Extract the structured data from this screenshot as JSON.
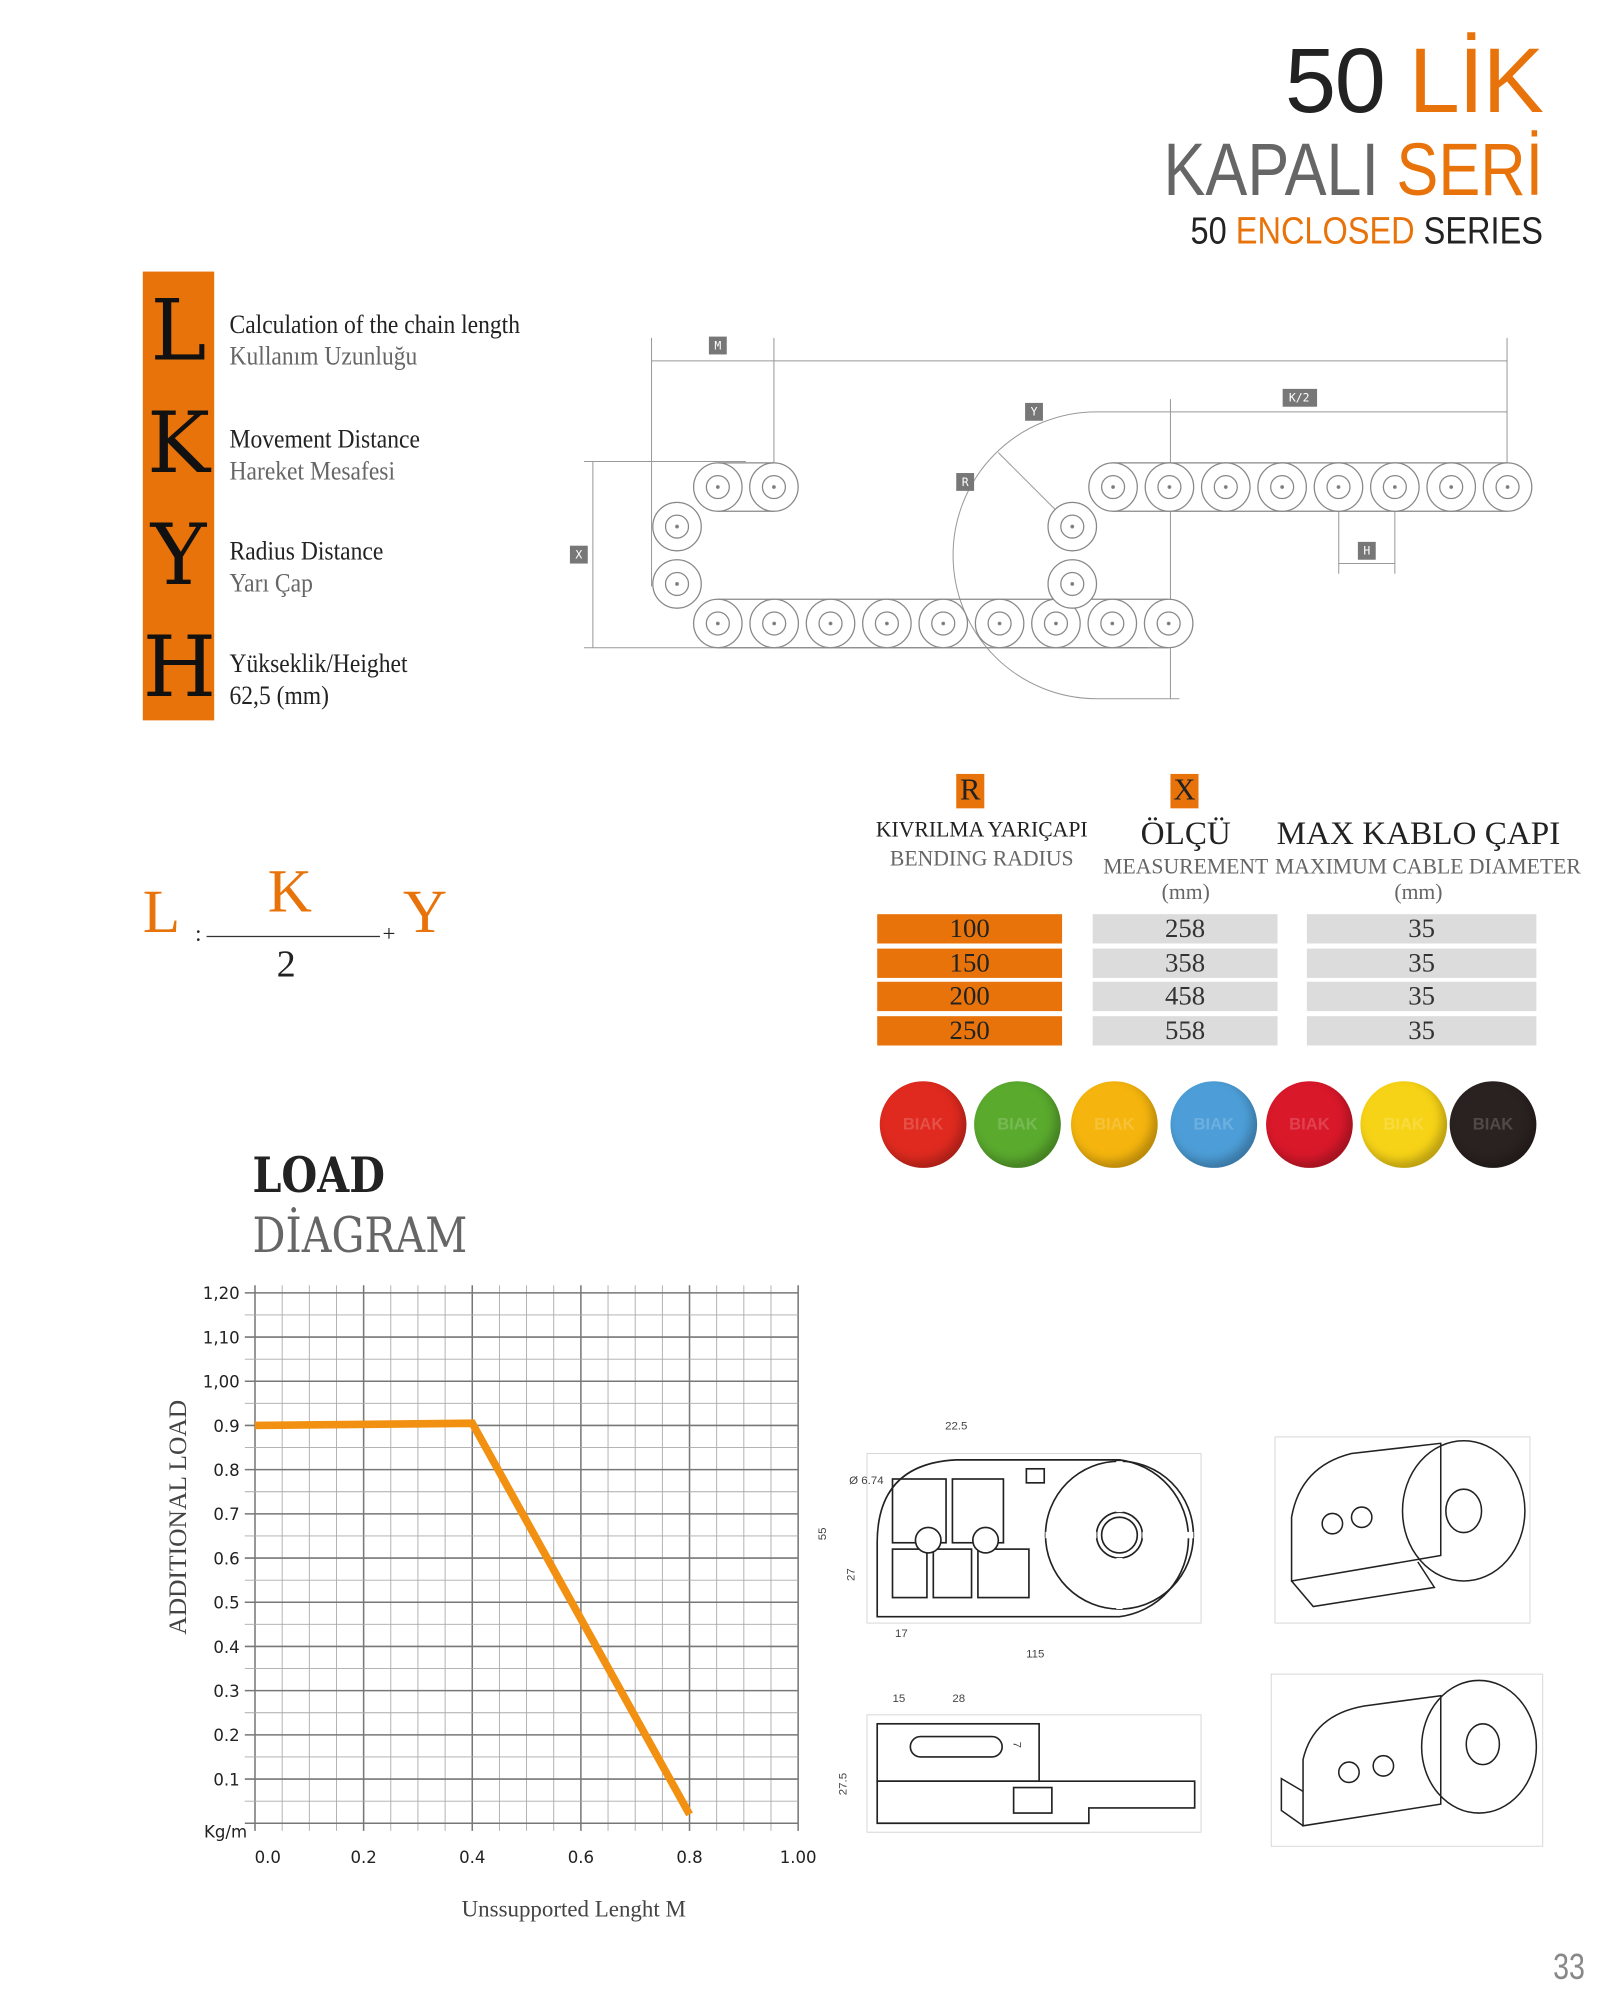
{
  "header": {
    "title_num": "50",
    "title_lik": "LİK",
    "kapali": "KAPALI",
    "seri": "SERİ",
    "sub_50": "50",
    "sub_enclosed": "ENCLOSED",
    "sub_series": "SERIES"
  },
  "legend": [
    {
      "letter": "L",
      "en": "Calculation of the chain  length",
      "tr": "Kullanım Uzunluğu"
    },
    {
      "letter": "K",
      "en": "Movement Distance",
      "tr": "Hareket Mesafesi"
    },
    {
      "letter": "Y",
      "en": "Radius Distance",
      "tr": "Yarı Çap"
    },
    {
      "letter": "H",
      "en": "Yükseklik/Heighet",
      "tr": "62,5 (mm)"
    }
  ],
  "diagram_labels": {
    "m": "M",
    "y": "Y",
    "k2": "K/2",
    "r": "R",
    "x": "X",
    "h": "H"
  },
  "formula": {
    "l": "L",
    "colon": ":",
    "k": "K",
    "two": "2",
    "plus": "+",
    "y": "Y"
  },
  "table": {
    "r_badge": "R",
    "x_badge": "X",
    "col1_tr": "KIVRILMA YARIÇAPI",
    "col1_en": "BENDING RADIUS",
    "col2_tr": "ÖLÇÜ",
    "col2_en": "MEASUREMENT",
    "col2_unit": "(mm)",
    "col3_tr": "MAX KABLO ÇAPI",
    "col3_en": "MAXIMUM CABLE DIAMETER",
    "col3_unit": "(mm)",
    "rows": [
      [
        "100",
        "258",
        "35"
      ],
      [
        "150",
        "358",
        "35"
      ],
      [
        "200",
        "458",
        "35"
      ],
      [
        "250",
        "558",
        "35"
      ]
    ]
  },
  "colors": {
    "accent": "#e8730a",
    "swatches": [
      "#e02a1f",
      "#5aaa2e",
      "#f5b50e",
      "#4d9ed8",
      "#d9182a",
      "#f7d317",
      "#2a2220"
    ],
    "swatch_text": "BIAK"
  },
  "load": {
    "title1": "LOAD",
    "title2": "DİAGRAM"
  },
  "chart_data": {
    "type": "line",
    "title": "LOAD DİAGRAM",
    "xlabel": "Unssupported Lenght M",
    "ylabel": "ADDITIONAL LOAD",
    "yunit": "Kg/m",
    "xlim": [
      0,
      1.0
    ],
    "ylim": [
      0,
      1.2
    ],
    "xticks": [
      "0.0",
      "0.2",
      "0.4",
      "0.6",
      "0.8",
      "1.00"
    ],
    "xtick_values": [
      0,
      0.2,
      0.4,
      0.6,
      0.8,
      1.0
    ],
    "yticks": [
      "0.1",
      "0.2",
      "0.3",
      "0.4",
      "0.5",
      "0.6",
      "0.7",
      "0.8",
      "0.9",
      "1,00",
      "1,10",
      "1,20"
    ],
    "ytick_values": [
      0.1,
      0.2,
      0.3,
      0.4,
      0.5,
      0.6,
      0.7,
      0.8,
      0.9,
      1.0,
      1.1,
      1.2
    ],
    "grid": true,
    "series": [
      {
        "name": "load",
        "color": "#f29111",
        "x": [
          0,
          0.4,
          0.8
        ],
        "y": [
          0.9,
          0.905,
          0.02
        ]
      }
    ]
  },
  "drawing_dims": {
    "d1": "22.5",
    "d2": "Ø 6.74",
    "d3": "55",
    "d4": "27",
    "d5": "17",
    "d6": "115",
    "d7": "15",
    "d8": "28",
    "d9": "7",
    "d10": "27.5"
  },
  "page_number": "33"
}
